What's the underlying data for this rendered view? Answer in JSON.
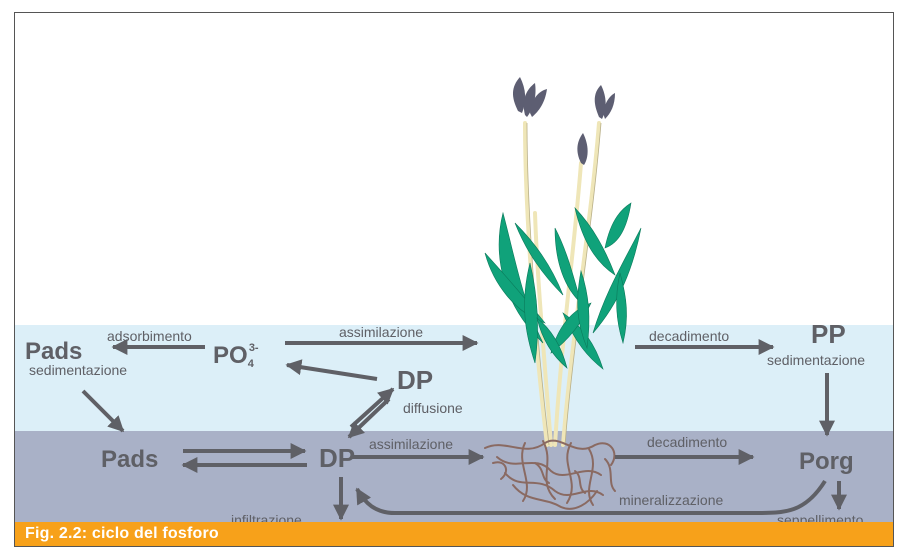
{
  "caption": "Fig. 2.2: ciclo del fosforo",
  "nodes": {
    "pads_water": "Pads",
    "po4": "PO",
    "po4_sub": "4",
    "po4_sup": "3-",
    "dp_water": "DP",
    "pp": "PP",
    "pads_sediment": "Pads",
    "dp_sediment": "DP",
    "porg": "Porg"
  },
  "processes": {
    "adsorbimento": "adsorbimento",
    "sedimentazione_left": "sedimentazione",
    "assimilazione_water": "assimilazione",
    "diffusione": "diffusione",
    "decadimento_water": "decadimento",
    "sedimentazione_right": "sedimentazione",
    "assimilazione_sediment": "assimilazione",
    "decadimento_sediment": "decadimento",
    "mineralizzazione": "mineralizzazione",
    "infiltrazione": "infiltrazione",
    "seppellimento": "seppellimento"
  },
  "colors": {
    "water": "#dceff8",
    "sediment": "#a9b1c7",
    "arrow": "#5f6066",
    "leaf": "#10a27a",
    "stem": "#efe6b8",
    "seed_head": "#5d5e72",
    "roots": "#8a6a62",
    "caption_bar": "#f7a11a"
  }
}
